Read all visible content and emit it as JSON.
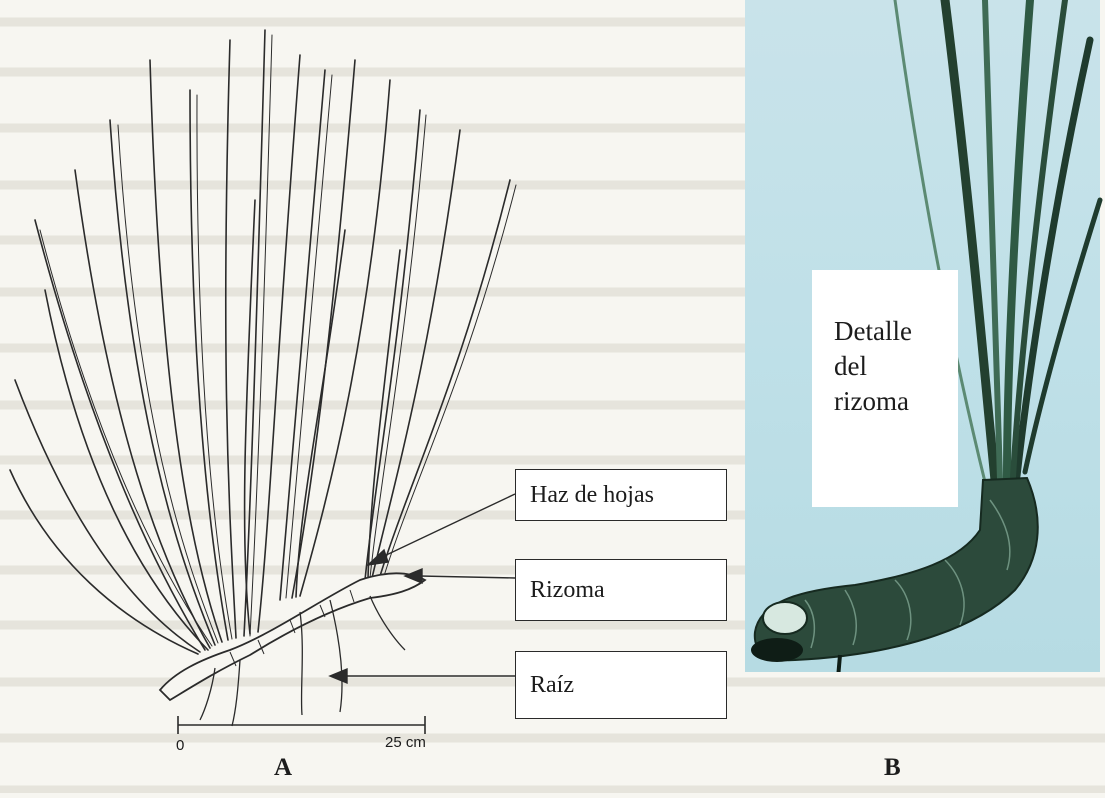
{
  "panel_a": {
    "letter": "A",
    "labels": {
      "haz": "Haz de hojas",
      "rizoma": "Rizoma",
      "raiz": "Raíz"
    },
    "scale": {
      "start": "0",
      "end": "25 cm"
    }
  },
  "panel_b": {
    "letter": "B",
    "detail_label": "Detalle\ndel\nrizoma"
  },
  "colors": {
    "photo_background": "#c3e1e9",
    "leaf_dark": "#1f3b2e",
    "leaf_mid": "#3f6b55"
  }
}
